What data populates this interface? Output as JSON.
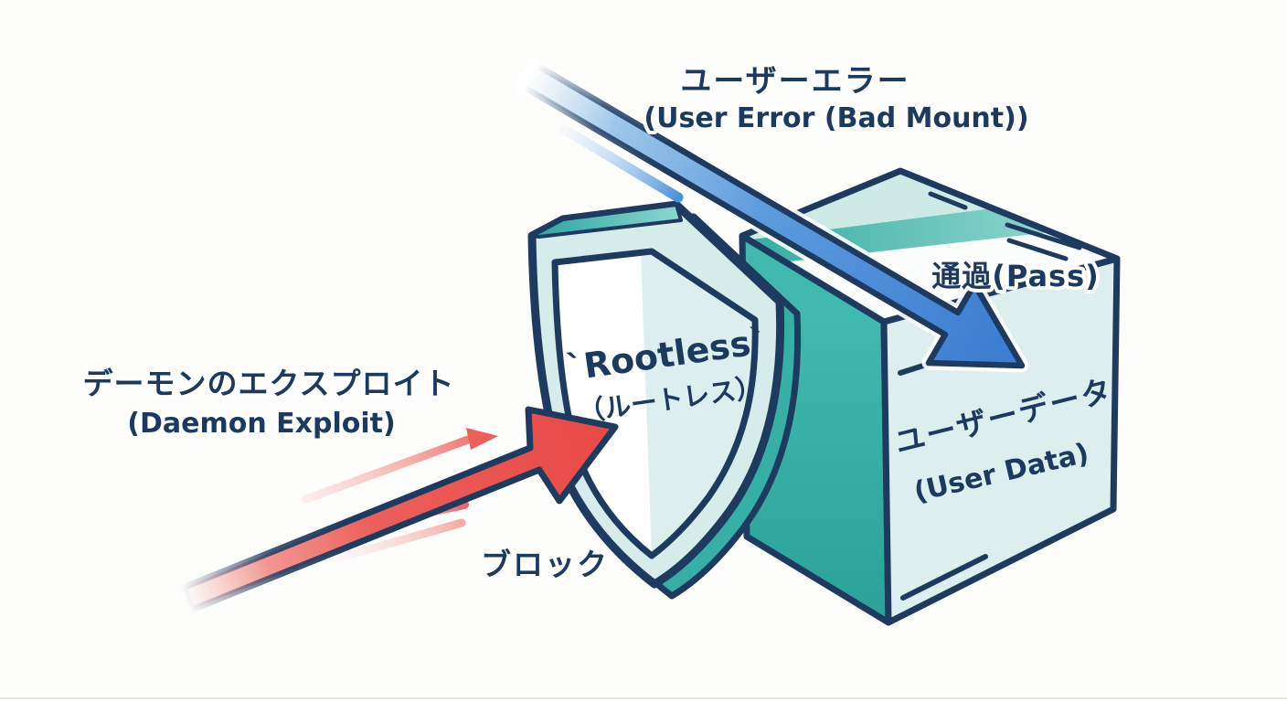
{
  "diagram": {
    "user_error_arrow": {
      "label_jp": "ユーザーエラー",
      "label_en": "(User Error (Bad Mount))",
      "result": "通過(Pass)",
      "color": "#4a8fd8"
    },
    "daemon_arrow": {
      "label_jp": "デーモンのエクスプロイト",
      "label_en": "(Daemon Exploit)",
      "result": "ブロック",
      "color": "#e84a47"
    },
    "shield": {
      "title": "`Rootless`",
      "subtitle": "（ルートレス）"
    },
    "box": {
      "label_jp": "ユーザーデータ",
      "label_en": "(User Data)"
    },
    "colors": {
      "outline_navy": "#1e3a5f",
      "text_navy": "#1c3a60",
      "attack_red": "#e84a47",
      "pass_blue": "#4a8fd8",
      "teal": "#35b1a7",
      "mint_light": "#dcefee",
      "background": "#fdfdfc"
    }
  }
}
